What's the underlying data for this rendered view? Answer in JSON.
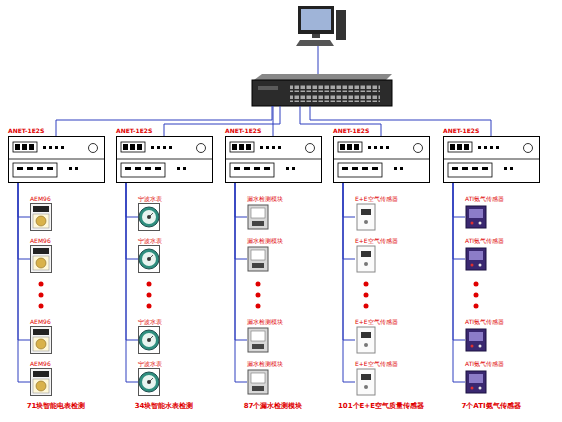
{
  "diagram": {
    "nodes": [
      {
        "text": [
          "ANET-1E2S"
        ]
      },
      {
        "text": [
          "ANET-1E2S"
        ]
      },
      {
        "text": [
          "ANET-1E2S"
        ]
      },
      {
        "text": [
          "ANET-1E2S"
        ]
      },
      {
        "text": [
          "ANET-1E2S"
        ]
      },
      {
        "text": [
          "AEM96"
        ]
      },
      {
        "text": [
          "AEM96"
        ]
      },
      {
        "text": [
          "AEM96"
        ]
      },
      {
        "text": [
          "AEM96"
        ]
      },
      {
        "text": [
          "宁波水表"
        ]
      },
      {
        "text": [
          "宁波水表"
        ]
      },
      {
        "text": [
          "宁波水表"
        ]
      },
      {
        "text": [
          "宁波水表"
        ]
      },
      {
        "text": [
          "漏水检测模块"
        ]
      },
      {
        "text": [
          "漏水检测模块"
        ]
      },
      {
        "text": [
          "漏水检测模块"
        ]
      },
      {
        "text": [
          "漏水检测模块"
        ]
      },
      {
        "text": [
          "E+E空气传感器"
        ]
      },
      {
        "text": [
          "E+E空气传感器"
        ]
      },
      {
        "text": [
          "E+E空气传感器"
        ]
      },
      {
        "text": [
          "E+E空气传感器"
        ]
      },
      {
        "text": [
          "ATI氨气传感器"
        ]
      },
      {
        "text": [
          "ATI氨气传感器"
        ]
      },
      {
        "text": [
          "ATI氨气传感器"
        ]
      },
      {
        "text": [
          "ATI氨气传感器"
        ]
      }
    ],
    "edges": [
      {
        "from": 0,
        "to": 5,
        "arrow": "none"
      },
      {
        "from": 0,
        "to": 6,
        "arrow": "none"
      },
      {
        "from": 0,
        "to": 7,
        "arrow": "none"
      },
      {
        "from": 0,
        "to": 8,
        "arrow": "none"
      },
      {
        "from": 1,
        "to": 9,
        "arrow": "none"
      },
      {
        "from": 1,
        "to": 10,
        "arrow": "none"
      },
      {
        "from": 1,
        "to": 11,
        "arrow": "none"
      },
      {
        "from": 1,
        "to": 12,
        "arrow": "none"
      },
      {
        "from": 2,
        "to": 13,
        "arrow": "none"
      },
      {
        "from": 2,
        "to": 14,
        "arrow": "none"
      },
      {
        "from": 2,
        "to": 15,
        "arrow": "none"
      },
      {
        "from": 2,
        "to": 16,
        "arrow": "none"
      },
      {
        "from": 3,
        "to": 17,
        "arrow": "none"
      },
      {
        "from": 3,
        "to": 18,
        "arrow": "none"
      },
      {
        "from": 3,
        "to": 19,
        "arrow": "none"
      },
      {
        "from": 3,
        "to": 20,
        "arrow": "none"
      },
      {
        "from": 4,
        "to": 21,
        "arrow": "none"
      },
      {
        "from": 4,
        "to": 22,
        "arrow": "none"
      },
      {
        "from": 4,
        "to": 23,
        "arrow": "none"
      },
      {
        "from": 4,
        "to": 24,
        "arrow": "none"
      }
    ],
    "labels": [
      "71块智能电表检测",
      "34块智能水表检测",
      "87个漏水检测模块",
      "101个E+E空气质量传感器",
      "7个ATI氨气传感器"
    ]
  }
}
